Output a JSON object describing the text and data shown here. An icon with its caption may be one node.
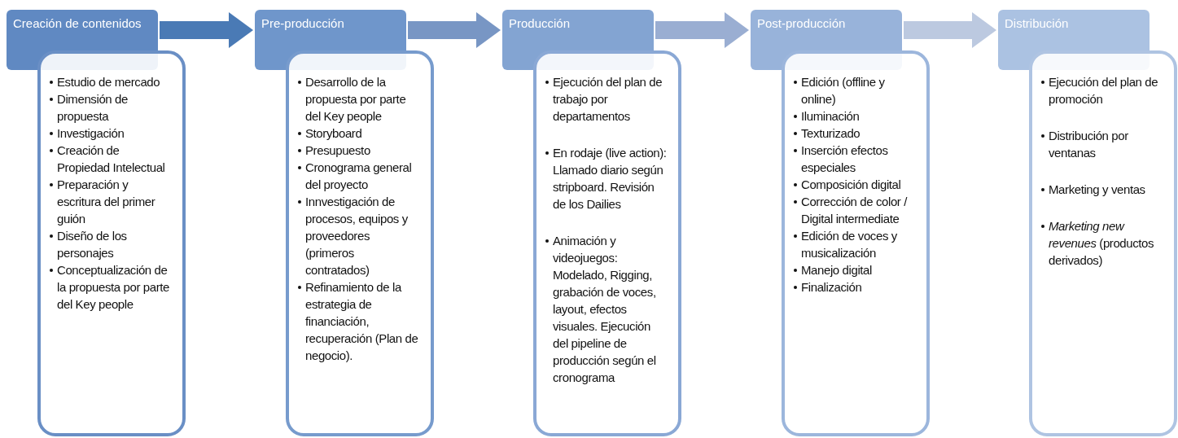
{
  "diagram": {
    "nodes": [
      {
        "text": [
          "Creación de contenidos"
        ]
      },
      {
        "text": [
          "Estudio de mercado",
          "Dimensión de propuesta",
          "Investigación",
          "Creación de Propiedad Intelectual",
          "Preparación y escritura del primer guión",
          "Diseño de los personajes",
          "Conceptualización de la propuesta por parte del Key people"
        ]
      },
      {
        "text": [
          "Pre-producción"
        ]
      },
      {
        "text": [
          "Desarrollo de la propuesta por parte del Key people",
          "Storyboard",
          "Presupuesto",
          "Cronograma general del proyecto",
          "Innvestigación de procesos, equipos y proveedores (primeros contratados)",
          "Refinamiento de la estrategia de financiación, recuperación (Plan de negocio)."
        ]
      },
      {
        "text": [
          "Producción"
        ]
      },
      {
        "text": [
          "Ejecución del plan de trabajo por departamentos",
          "En rodaje (live action): Llamado diario según stripboard. Revisión de los Dailies",
          "Animación y videojuegos: Modelado, Rigging, grabación de voces, layout, efectos visuales. Ejecución del pipeline de producción según el cronograma"
        ]
      },
      {
        "text": [
          "Post-producción"
        ]
      },
      {
        "text": [
          "Edición (offline y online)",
          "Iluminación",
          "Texturizado",
          "Inserción efectos especiales",
          "Composición digital",
          "Corrección de color / Digital intermediate",
          "Edición de voces y musicalización",
          "Manejo digital",
          "Finalización"
        ]
      },
      {
        "text": [
          "Distribución"
        ]
      },
      {
        "text": [
          "Ejecución del plan de promoción",
          "Distribución por ventanas",
          "Marketing y ventas",
          "*Marketing new revenues* (productos derivados)"
        ]
      }
    ],
    "edges": [
      {
        "from": 0,
        "to": 2,
        "arrow": "to",
        "color": "#4a7ab5"
      },
      {
        "from": 2,
        "to": 4,
        "arrow": "to",
        "color": "#7896c4"
      },
      {
        "from": 4,
        "to": 6,
        "arrow": "to",
        "color": "#9aaed2"
      },
      {
        "from": 6,
        "to": 8,
        "arrow": "to",
        "color": "#bcc9e0"
      }
    ]
  }
}
